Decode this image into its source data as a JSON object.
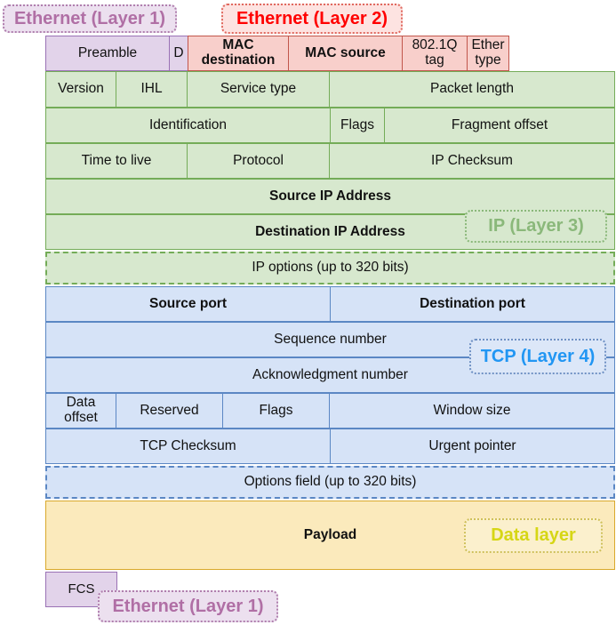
{
  "diagram": {
    "title": "Network packet encapsulation structure",
    "colors": {
      "ethernet1_fill": "#e2d3ea",
      "ethernet1_border": "#9a72b5",
      "ethernet1_text": "#b06fa5",
      "ethernet2_fill": "#f8cfcb",
      "ethernet2_border": "#c1564c",
      "ethernet2_text": "#ff0000",
      "ip_fill": "#d7e8ce",
      "ip_border": "#74ac58",
      "ip_text": "#8ab87a",
      "tcp_fill": "#d6e3f7",
      "tcp_border": "#5b87c4",
      "tcp_text": "#2196f3",
      "data_fill": "#fbeabc",
      "data_border": "#d9a92c",
      "data_text": "#d6d615"
    }
  },
  "badges": {
    "ethernet_layer1_top": "Ethernet (Layer 1)",
    "ethernet_layer2": "Ethernet (Layer 2)",
    "ip_layer3": "IP (Layer 3)",
    "tcp_layer4": "TCP (Layer 4)",
    "data_layer": "Data layer",
    "ethernet_layer1_bottom": "Ethernet (Layer 1)"
  },
  "ethernet_header": {
    "preamble": "Preamble",
    "delimiter": "D",
    "mac_destination": "MAC\ndestination",
    "mac_source": "MAC source",
    "vlan_tag": "802.1Q\ntag",
    "ether_type": "Ether\ntype"
  },
  "ip_header": {
    "version": "Version",
    "ihl": "IHL",
    "service_type": "Service type",
    "packet_length": "Packet length",
    "identification": "Identification",
    "flags": "Flags",
    "fragment_offset": "Fragment offset",
    "time_to_live": "Time to live",
    "protocol": "Protocol",
    "ip_checksum": "IP Checksum",
    "source_ip_address": "Source IP Address",
    "destination_ip_address": "Destination IP Address",
    "ip_options": "IP options (up to 320 bits)"
  },
  "tcp_header": {
    "source_port": "Source port",
    "destination_port": "Destination port",
    "sequence_number": "Sequence number",
    "acknowledgment_number": "Acknowledgment number",
    "data_offset": "Data\noffset",
    "reserved": "Reserved",
    "flags": "Flags",
    "window_size": "Window size",
    "tcp_checksum": "TCP Checksum",
    "urgent_pointer": "Urgent pointer",
    "options_field": "Options field (up to 320 bits)"
  },
  "payload": {
    "label": "Payload"
  },
  "ethernet_trailer": {
    "fcs": "FCS"
  }
}
